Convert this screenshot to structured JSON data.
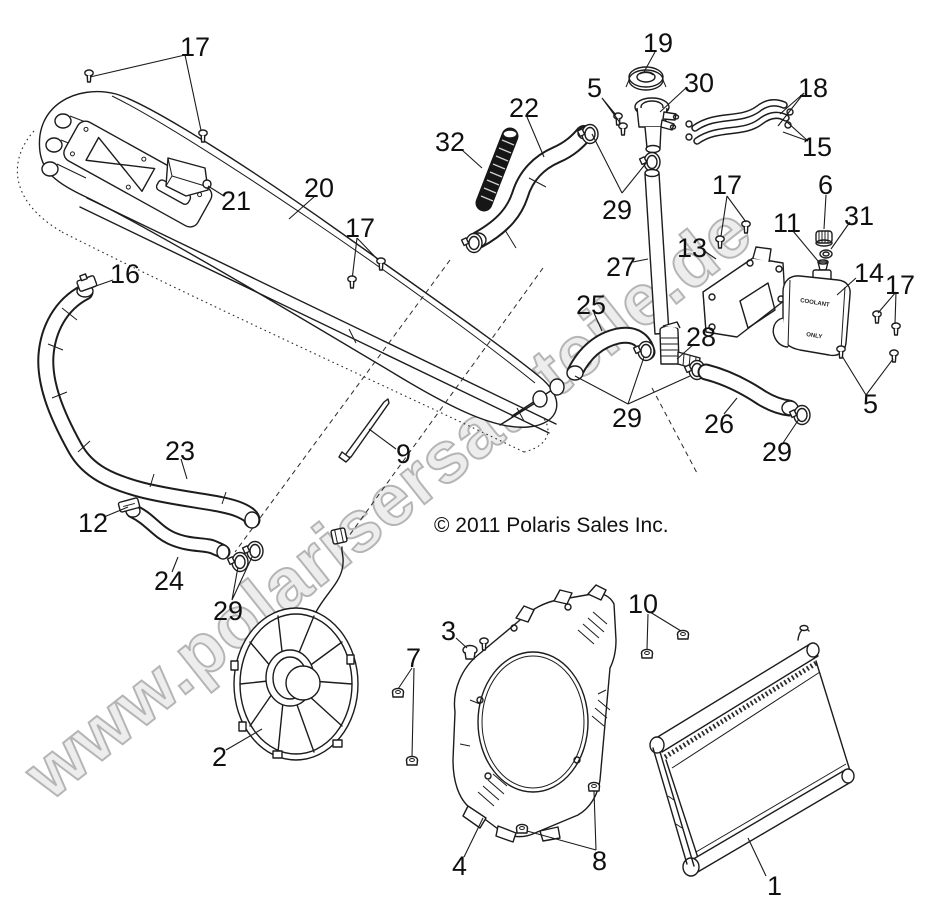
{
  "watermark": "www.polarisersatzteile.de",
  "copyright": "© 2011 Polaris Sales Inc.",
  "bottle_text": {
    "line1": "COOLANT",
    "line2": "ONLY"
  },
  "labels": [
    {
      "t": "17"
    },
    {
      "t": "21"
    },
    {
      "t": "20"
    },
    {
      "t": "17"
    },
    {
      "t": "16"
    },
    {
      "t": "22"
    },
    {
      "t": "32"
    },
    {
      "t": "5"
    },
    {
      "t": "19"
    },
    {
      "t": "30"
    },
    {
      "t": "29"
    },
    {
      "t": "27"
    },
    {
      "t": "13"
    },
    {
      "t": "18"
    },
    {
      "t": "15"
    },
    {
      "t": "17"
    },
    {
      "t": "6"
    },
    {
      "t": "31"
    },
    {
      "t": "11"
    },
    {
      "t": "14"
    },
    {
      "t": "17"
    },
    {
      "t": "25"
    },
    {
      "t": "28"
    },
    {
      "t": "29"
    },
    {
      "t": "26"
    },
    {
      "t": "29"
    },
    {
      "t": "5"
    },
    {
      "t": "23"
    },
    {
      "t": "12"
    },
    {
      "t": "24"
    },
    {
      "t": "29"
    },
    {
      "t": "9"
    },
    {
      "t": "2"
    },
    {
      "t": "7"
    },
    {
      "t": "3"
    },
    {
      "t": "10"
    },
    {
      "t": "4"
    },
    {
      "t": "8"
    },
    {
      "t": "1"
    }
  ]
}
